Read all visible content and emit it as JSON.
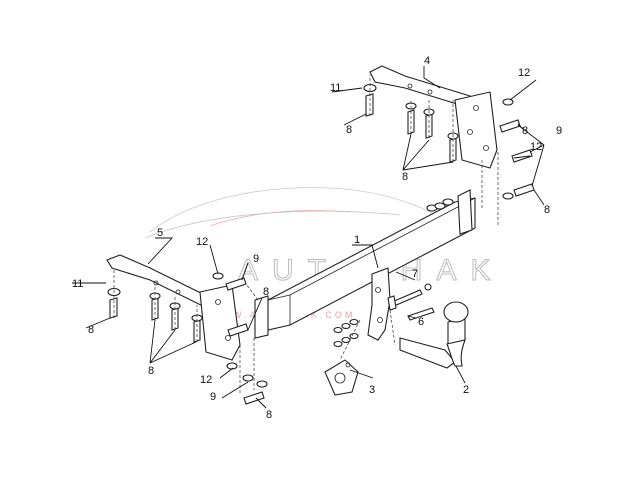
{
  "watermark": {
    "brand": "AUTO-HAK",
    "sub": "WWW.AUTO-HAK.COM"
  },
  "callouts": [
    {
      "id": "c1",
      "text": "1"
    },
    {
      "id": "c2",
      "text": "2"
    },
    {
      "id": "c3",
      "text": "3"
    },
    {
      "id": "c4",
      "text": "4"
    },
    {
      "id": "c5",
      "text": "5"
    },
    {
      "id": "c6",
      "text": "6"
    },
    {
      "id": "c7",
      "text": "7"
    },
    {
      "id": "c8a",
      "text": "8"
    },
    {
      "id": "c8b",
      "text": "8"
    },
    {
      "id": "c8c",
      "text": "8"
    },
    {
      "id": "c8d",
      "text": "8"
    },
    {
      "id": "c8e",
      "text": "8"
    },
    {
      "id": "c8f",
      "text": "8"
    },
    {
      "id": "c8g",
      "text": "8"
    },
    {
      "id": "c8h",
      "text": "8"
    },
    {
      "id": "c9a",
      "text": "9"
    },
    {
      "id": "c9b",
      "text": "9"
    },
    {
      "id": "c9c",
      "text": "9"
    },
    {
      "id": "c11a",
      "text": "11"
    },
    {
      "id": "c11b",
      "text": "11"
    },
    {
      "id": "c12a",
      "text": "12"
    },
    {
      "id": "c12b",
      "text": "12"
    },
    {
      "id": "c12c",
      "text": "12"
    },
    {
      "id": "c12d",
      "text": "12"
    }
  ]
}
